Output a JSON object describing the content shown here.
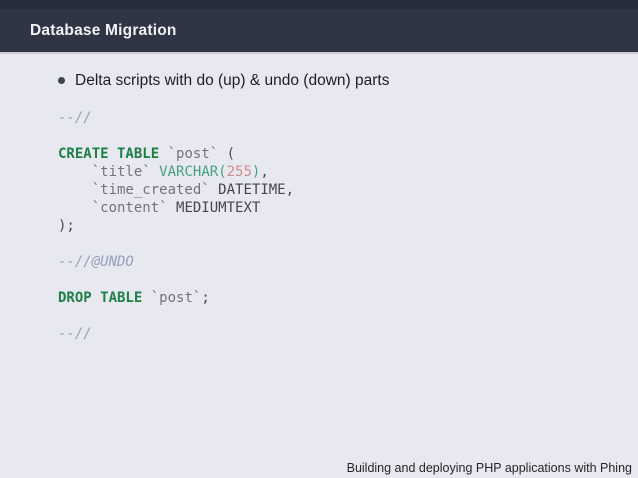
{
  "header": {
    "title": "Database Migration"
  },
  "bullet": {
    "text": "Delta scripts with do (up) & undo (down) parts"
  },
  "code": {
    "language": "sql-migration-script",
    "lines": [
      [
        {
          "c": "cm",
          "t": "--//"
        }
      ],
      [],
      [
        {
          "c": "kw",
          "t": "CREATE TABLE"
        },
        {
          "c": "pl",
          "t": " "
        },
        {
          "c": "id",
          "t": "`post`"
        },
        {
          "c": "pl",
          "t": " ("
        }
      ],
      [
        {
          "c": "pl",
          "t": "    "
        },
        {
          "c": "id",
          "t": "`title`"
        },
        {
          "c": "pl",
          "t": " "
        },
        {
          "c": "bi",
          "t": "VARCHAR("
        },
        {
          "c": "num",
          "t": "255"
        },
        {
          "c": "bi",
          "t": ")"
        },
        {
          "c": "pl",
          "t": ","
        }
      ],
      [
        {
          "c": "pl",
          "t": "    "
        },
        {
          "c": "id",
          "t": "`time_created`"
        },
        {
          "c": "pl",
          "t": " "
        },
        {
          "c": "ty",
          "t": "DATETIME"
        },
        {
          "c": "pl",
          "t": ","
        }
      ],
      [
        {
          "c": "pl",
          "t": "    "
        },
        {
          "c": "id",
          "t": "`content`"
        },
        {
          "c": "pl",
          "t": " "
        },
        {
          "c": "ty",
          "t": "MEDIUMTEXT"
        }
      ],
      [
        {
          "c": "pl",
          "t": ");"
        }
      ],
      [],
      [
        {
          "c": "cm",
          "t": "--//@UNDO"
        }
      ],
      [],
      [
        {
          "c": "kw",
          "t": "DROP TABLE"
        },
        {
          "c": "pl",
          "t": " "
        },
        {
          "c": "id",
          "t": "`post`"
        },
        {
          "c": "pl",
          "t": ";"
        }
      ],
      [],
      [
        {
          "c": "cm",
          "t": "--//"
        }
      ]
    ]
  },
  "footer": {
    "text": "Building and deploying PHP applications with Phing"
  },
  "colors": {
    "header_bg": "#2f3545",
    "header_top_strip": "#282d3c",
    "content_bg": "#e8e8f1",
    "header_text": "#f2f2f4",
    "body_text": "#211c21",
    "code_comment": "#94a1b7",
    "code_keyword": "#1d8045",
    "code_builtin": "#46a183",
    "code_number": "#c98e8e",
    "code_identifier": "#73737e",
    "code_plain": "#4b4b54"
  }
}
